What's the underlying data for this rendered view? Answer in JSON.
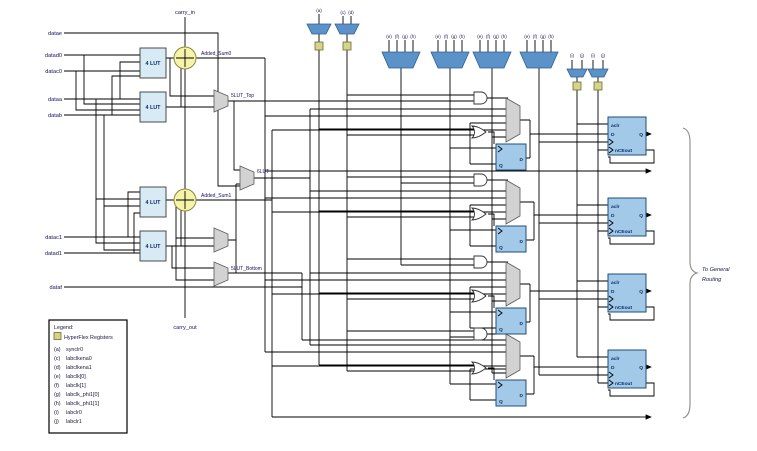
{
  "diagram": {
    "carry_in": "carry_in",
    "carry_out": "carry_out",
    "inputs": {
      "datae": "datae",
      "datad0": "datad0",
      "datac0": "datac0",
      "dataa": "dataa",
      "datab": "datab",
      "datac1": "datac1",
      "datad1": "datad1",
      "dataf": "dataf"
    },
    "lut_label": "4 LUT",
    "adder0": "Added_Sum0",
    "adder1": "Added_Sum1",
    "mux_top": "5LUT_Top",
    "mux_6lut": "6LUT",
    "mux_bottom": "5LUT_Bottom",
    "ctrl": {
      "a": "(a)",
      "c": "(c)",
      "d": "(d)",
      "e": "(e)",
      "f": "(f)",
      "g": "(g)",
      "h": "(h)",
      "i": "(i)",
      "j": "(j)"
    },
    "reg": {
      "aclr": "aclr",
      "d": "D",
      "q": "Q",
      "nceout": "nCEout"
    },
    "routing": {
      "line1": "To General",
      "line2": "Routing"
    },
    "legend": {
      "title": "Legend:",
      "hyperflex": "HyperFlex Registers",
      "items": [
        {
          "key": "(a)",
          "label": "synclr0"
        },
        {
          "key": "(c)",
          "label": "labclkena0"
        },
        {
          "key": "(d)",
          "label": "labclkena1"
        },
        {
          "key": "(e)",
          "label": "labclk[0]"
        },
        {
          "key": "(f)",
          "label": "labclk[1]"
        },
        {
          "key": "(g)",
          "label": "labclk_phi1[0]"
        },
        {
          "key": "(h)",
          "label": "labclk_phi1[1]"
        },
        {
          "key": "(i)",
          "label": "labclr0"
        },
        {
          "key": "(j)",
          "label": "labclr1"
        }
      ]
    },
    "colors": {
      "lut_fill": "#d8ebf5",
      "adder_fill": "#f7f3a8",
      "blue_mux": "#5b92c8",
      "gray_mux": "#d2d2d2",
      "hyper_reg": "#d6d48c",
      "reg_fill": "#a3c9e8",
      "wire": "#000000",
      "text": "#101060"
    }
  }
}
